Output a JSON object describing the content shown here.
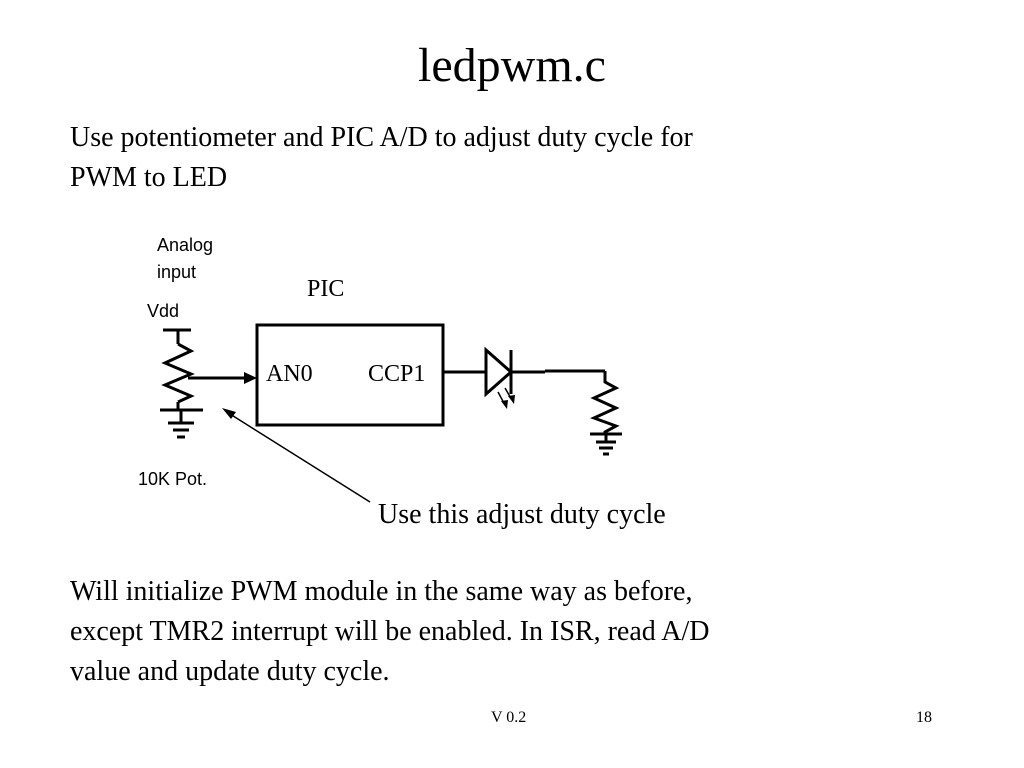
{
  "slide": {
    "title": "ledpwm.c",
    "intro_lines": [
      "Use potentiometer and PIC A/D to adjust duty cycle for",
      "PWM to LED"
    ],
    "body_lines": [
      "Will initialize PWM module in the same way as before,",
      "except TMR2 interrupt will be enabled. In ISR, read A/D",
      "value and update duty cycle."
    ],
    "footer": {
      "version": "V 0.2",
      "page_number": "18"
    }
  },
  "circuit": {
    "analog_label_lines": [
      "Analog",
      "input"
    ],
    "vdd_label": "Vdd",
    "pic_label": "PIC",
    "an0_label": "AN0",
    "ccp1_label": "CCP1",
    "pot_label": "10K Pot.",
    "callout_text": "Use this adjust duty cycle"
  }
}
